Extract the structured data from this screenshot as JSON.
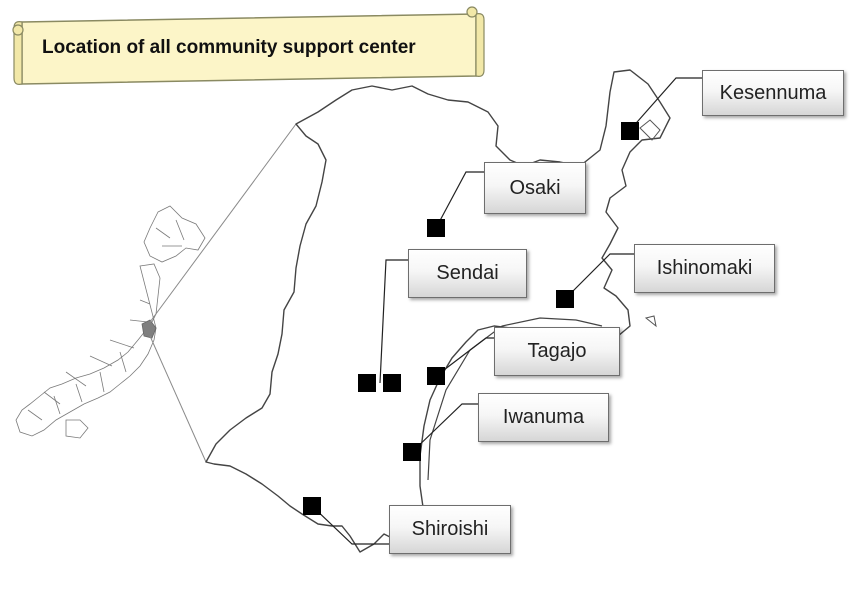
{
  "title": "Location of all community support center",
  "colors": {
    "scroll_fill": "#fcf5c8",
    "scroll_stroke": "#8a8a62",
    "map_stroke": "#444444",
    "japan_highlight": "#7f7f7f",
    "marker": "#000000"
  },
  "locations": [
    {
      "id": "kesennuma",
      "name": "Kesennuma"
    },
    {
      "id": "osaki",
      "name": "Osaki"
    },
    {
      "id": "sendai",
      "name": "Sendai"
    },
    {
      "id": "ishinomaki",
      "name": "Ishinomaki"
    },
    {
      "id": "tagajo",
      "name": "Tagajo"
    },
    {
      "id": "iwanuma",
      "name": "Iwanuma"
    },
    {
      "id": "shiroishi",
      "name": "Shiroishi"
    }
  ],
  "icons": {
    "marker": "square-marker-icon",
    "inset": "japan-map-icon"
  }
}
